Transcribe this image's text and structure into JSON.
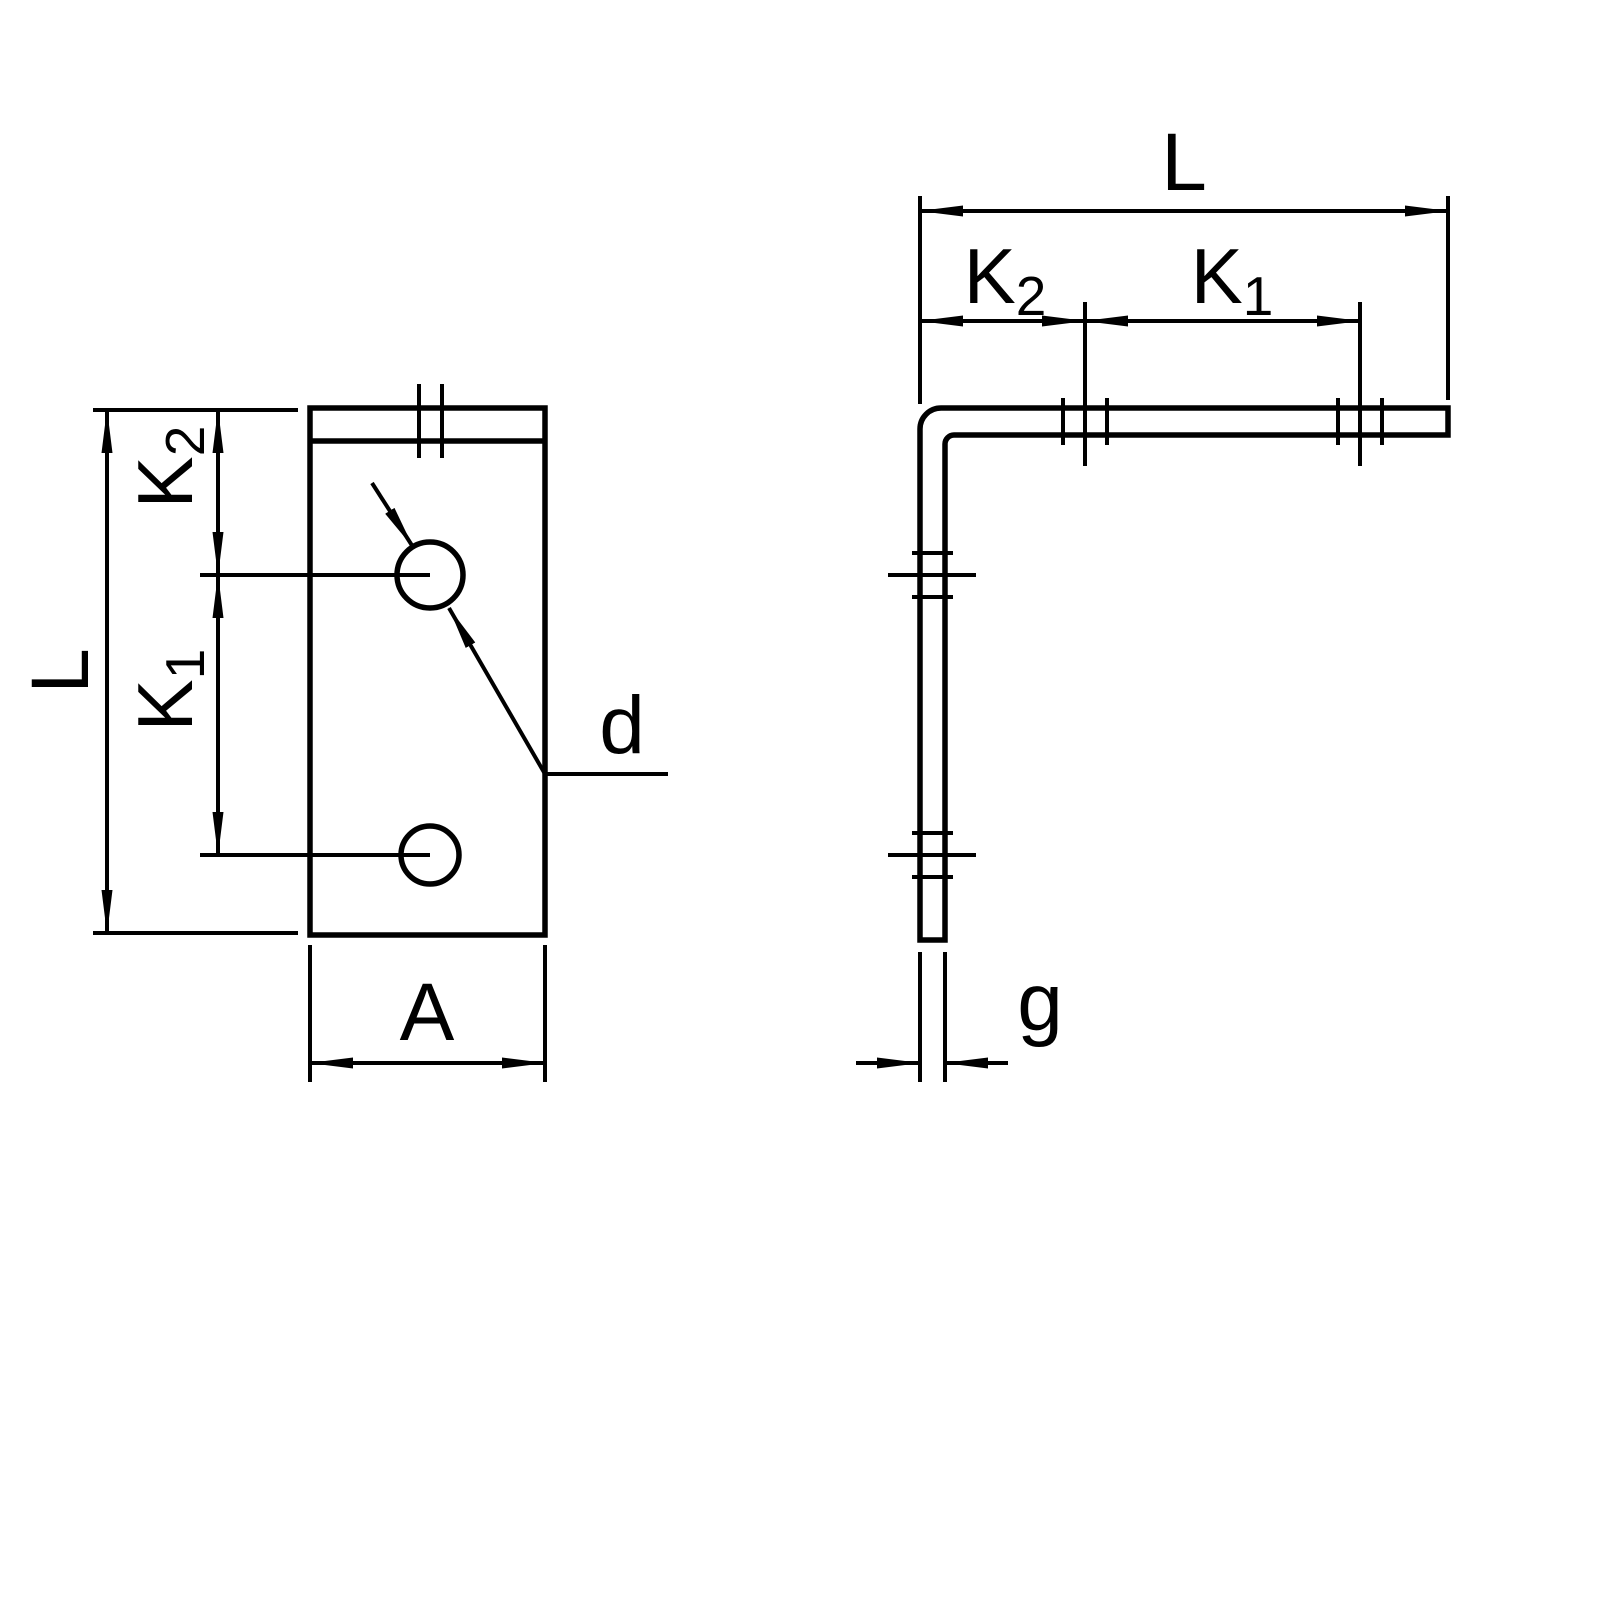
{
  "colors": {
    "line": "#000000",
    "background": "#ffffff"
  },
  "front_view": {
    "dim_L": "L",
    "dim_K2": {
      "base": "K",
      "sub": "2"
    },
    "dim_K1": {
      "base": "K",
      "sub": "1"
    },
    "dim_A": "A",
    "dim_d": "d"
  },
  "side_view": {
    "dim_L": "L",
    "dim_K2": {
      "base": "K",
      "sub": "2"
    },
    "dim_K1": {
      "base": "K",
      "sub": "1"
    },
    "dim_g": "g"
  }
}
